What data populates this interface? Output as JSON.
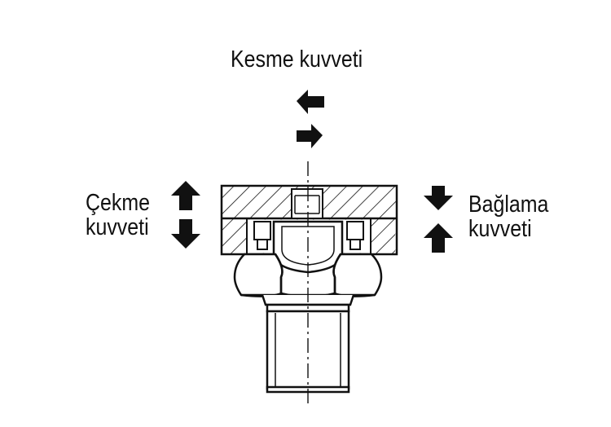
{
  "labels": {
    "shear_force": "Kesme kuvveti",
    "pull_force_line1": "Çekme",
    "pull_force_line2": "kuvveti",
    "clamp_force_line1": "Bağlama",
    "clamp_force_line2": "kuvveti"
  },
  "colors": {
    "ink": "#111111",
    "background": "#ffffff"
  }
}
